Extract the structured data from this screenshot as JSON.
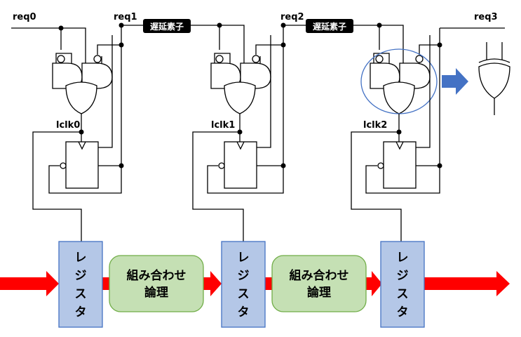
{
  "signals": {
    "req0": "req0",
    "req1": "req1",
    "req2": "req2",
    "req3": "req3",
    "lclk0": "lclk0",
    "lclk1": "lclk1",
    "lclk2": "lclk2"
  },
  "delay_element_label": "遅延素子",
  "register_label": [
    "レ",
    "ジ",
    "ス",
    "タ"
  ],
  "combinational_logic_label": [
    "組み合わせ",
    "論理"
  ],
  "colors": {
    "data_arrow": "#ff0000",
    "register_fill": "#b4c7e7",
    "register_stroke": "#4472c4",
    "logic_fill": "#c5e0b4",
    "logic_stroke": "#70ad47",
    "highlight_arrow": "#4472c4",
    "delay_fill": "#000000"
  }
}
